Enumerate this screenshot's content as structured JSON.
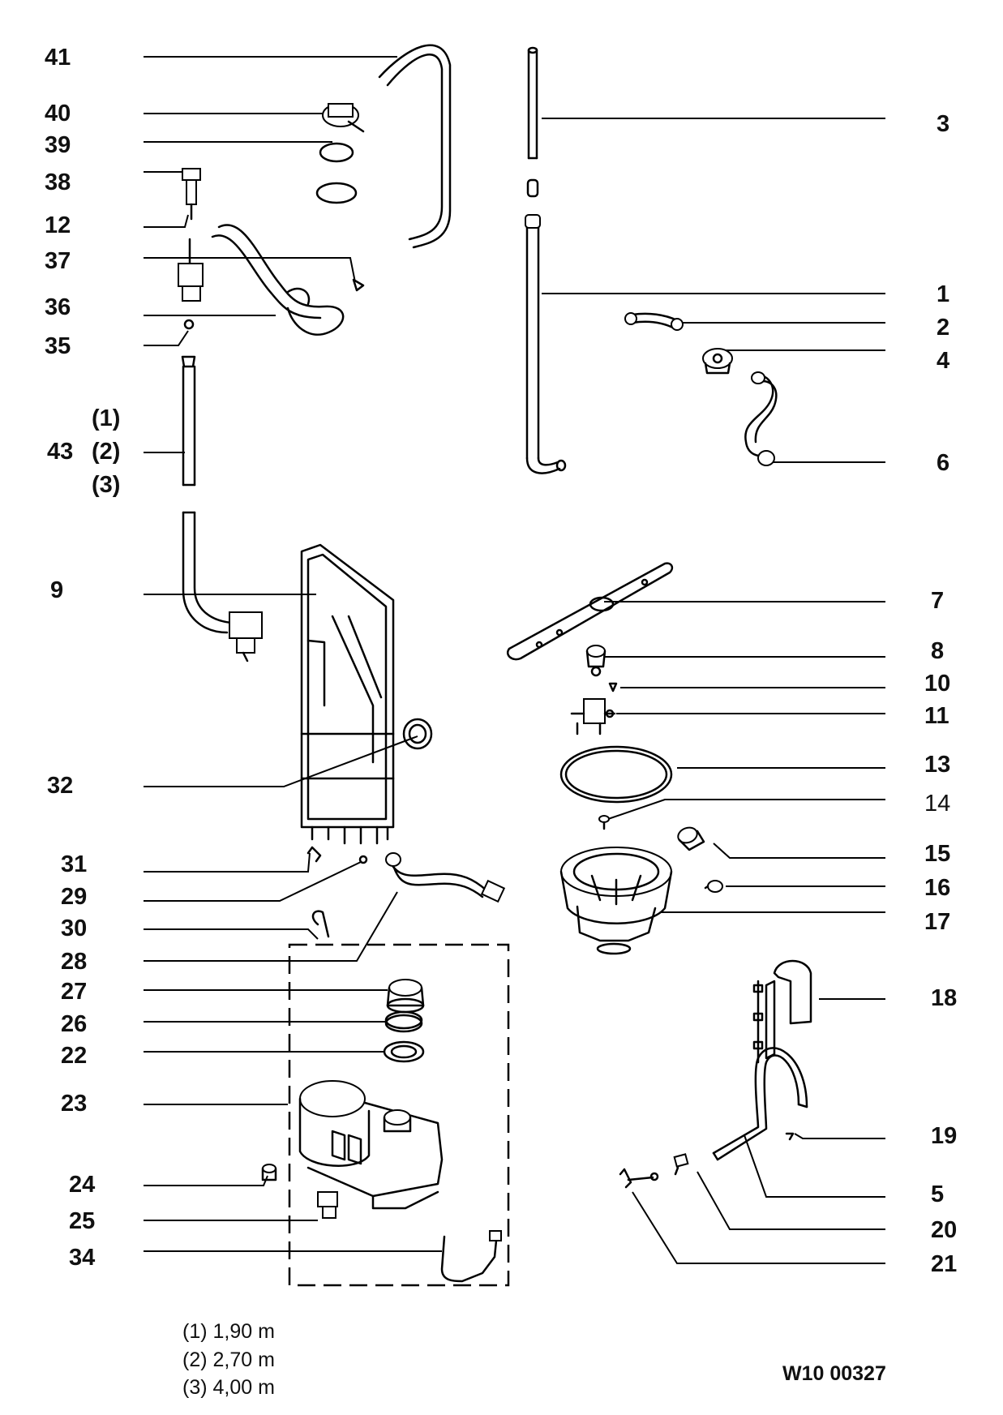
{
  "left_labels": [
    {
      "id": "41",
      "text": "41"
    },
    {
      "id": "40",
      "text": "40"
    },
    {
      "id": "39",
      "text": "39"
    },
    {
      "id": "38",
      "text": "38"
    },
    {
      "id": "12",
      "text": "12"
    },
    {
      "id": "37",
      "text": "37"
    },
    {
      "id": "36",
      "text": "36"
    },
    {
      "id": "35",
      "text": "35"
    },
    {
      "id": "43",
      "text": "43"
    },
    {
      "id": "9",
      "text": "9"
    },
    {
      "id": "32",
      "text": "32"
    },
    {
      "id": "31",
      "text": "31"
    },
    {
      "id": "29",
      "text": "29"
    },
    {
      "id": "30",
      "text": "30"
    },
    {
      "id": "28",
      "text": "28"
    },
    {
      "id": "27",
      "text": "27"
    },
    {
      "id": "26",
      "text": "26"
    },
    {
      "id": "22",
      "text": "22"
    },
    {
      "id": "23",
      "text": "23"
    },
    {
      "id": "24",
      "text": "24"
    },
    {
      "id": "25",
      "text": "25"
    },
    {
      "id": "34",
      "text": "34"
    }
  ],
  "variant_labels": [
    "(1)",
    "(2)",
    "(3)"
  ],
  "right_labels": [
    {
      "id": "3",
      "text": "3"
    },
    {
      "id": "1",
      "text": "1"
    },
    {
      "id": "2",
      "text": "2"
    },
    {
      "id": "4",
      "text": "4"
    },
    {
      "id": "6",
      "text": "6"
    },
    {
      "id": "7",
      "text": "7"
    },
    {
      "id": "8",
      "text": "8"
    },
    {
      "id": "10",
      "text": "10"
    },
    {
      "id": "11",
      "text": "11"
    },
    {
      "id": "13",
      "text": "13"
    },
    {
      "id": "14",
      "text": "14"
    },
    {
      "id": "15",
      "text": "15"
    },
    {
      "id": "16",
      "text": "16"
    },
    {
      "id": "17",
      "text": "17"
    },
    {
      "id": "18",
      "text": "18"
    },
    {
      "id": "19",
      "text": "19"
    },
    {
      "id": "5",
      "text": "5"
    },
    {
      "id": "20",
      "text": "20"
    },
    {
      "id": "21",
      "text": "21"
    }
  ],
  "notes": [
    "(1) 1,90 m",
    "(2) 2,70 m",
    "(3) 4,00 m"
  ],
  "drawing_code": "W10 00327"
}
